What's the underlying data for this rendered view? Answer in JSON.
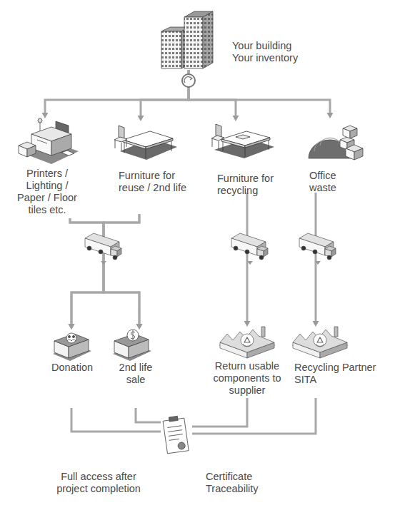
{
  "diagram": {
    "nodes": [
      {
        "text": [
          "Your building Your inventory"
        ]
      },
      {
        "text": [
          "Printers / Lighting / Paper / Floor tiles etc."
        ]
      },
      {
        "text": [
          "Furniture for reuse / 2nd life"
        ]
      },
      {
        "text": [
          "Furniture for recycling"
        ]
      },
      {
        "text": [
          "Office waste"
        ]
      },
      {
        "text": [
          "Donation"
        ]
      },
      {
        "text": [
          "2nd life sale"
        ]
      },
      {
        "text": [
          "Return usable components to supplier"
        ]
      },
      {
        "text": [
          "Recycling Partner SITA"
        ]
      },
      {
        "text": [
          "Full access after project completion",
          "Certificate Traceability"
        ]
      }
    ],
    "edges": [
      {
        "from": 0,
        "to": 1,
        "arrow": "to"
      },
      {
        "from": 0,
        "to": 2,
        "arrow": "to"
      },
      {
        "from": 0,
        "to": 3,
        "arrow": "to"
      },
      {
        "from": 0,
        "to": 4,
        "arrow": "to"
      },
      {
        "from": 1,
        "to": 5,
        "arrow": "to"
      },
      {
        "from": 1,
        "to": 6,
        "arrow": "to"
      },
      {
        "from": 2,
        "to": 5,
        "arrow": "to"
      },
      {
        "from": 2,
        "to": 6,
        "arrow": "to"
      },
      {
        "from": 3,
        "to": 7,
        "arrow": "to"
      },
      {
        "from": 4,
        "to": 8,
        "arrow": "to"
      },
      {
        "from": 5,
        "to": 9,
        "arrow": "none"
      },
      {
        "from": 6,
        "to": 9,
        "arrow": "none"
      },
      {
        "from": 7,
        "to": 9,
        "arrow": "none"
      },
      {
        "from": 8,
        "to": 9,
        "arrow": "none"
      }
    ]
  }
}
